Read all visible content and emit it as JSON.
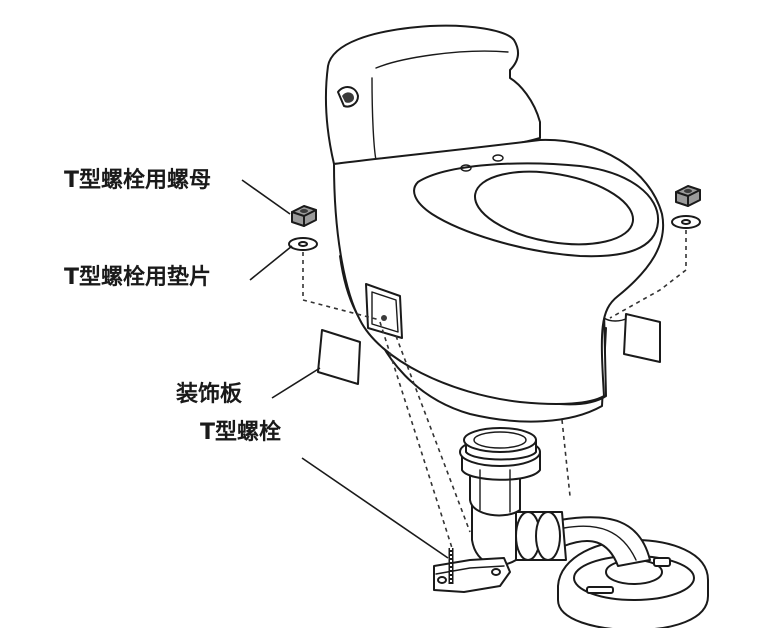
{
  "labels": {
    "t_bolt_nut": "T型螺栓用螺母",
    "t_bolt_washer": "T型螺栓用垫片",
    "cover_plate": "装饰板",
    "t_bolt": "T型螺栓"
  }
}
